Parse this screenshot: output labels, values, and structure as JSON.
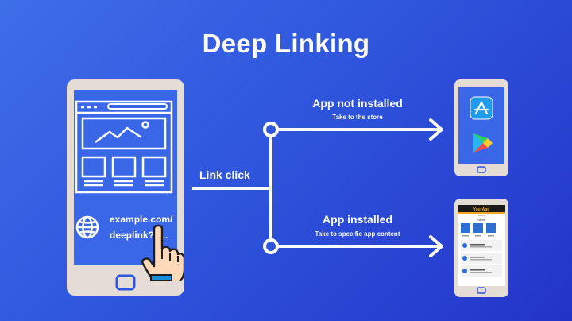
{
  "title": "Deep Linking",
  "link_click": "Link click",
  "url_line1": "example.com/",
  "url_line2": "deeplink?p...",
  "branch_top": {
    "heading": "App not installed",
    "sub": "Take to the store"
  },
  "branch_bottom": {
    "heading": "App installed",
    "sub": "Take to specific app content"
  },
  "app_screen": {
    "header": "YourApp",
    "section_title": "Name"
  },
  "colors": {
    "background_start": "#3f6ee9",
    "background_end": "#2334c8",
    "phone_frame": "#e5dcd6",
    "phone_screen": "#3a66e8",
    "line": "#ffffff",
    "app_header": "#1a1a1a",
    "app_accent": "#f5a623",
    "play_green": "#2fcf6a",
    "play_blue": "#28b5f5",
    "play_red": "#f24d4d",
    "play_yellow": "#ffce2e"
  },
  "icons": [
    "globe-icon",
    "pointing-hand-icon",
    "app-store-icon",
    "play-store-icon",
    "home-button-icon"
  ]
}
